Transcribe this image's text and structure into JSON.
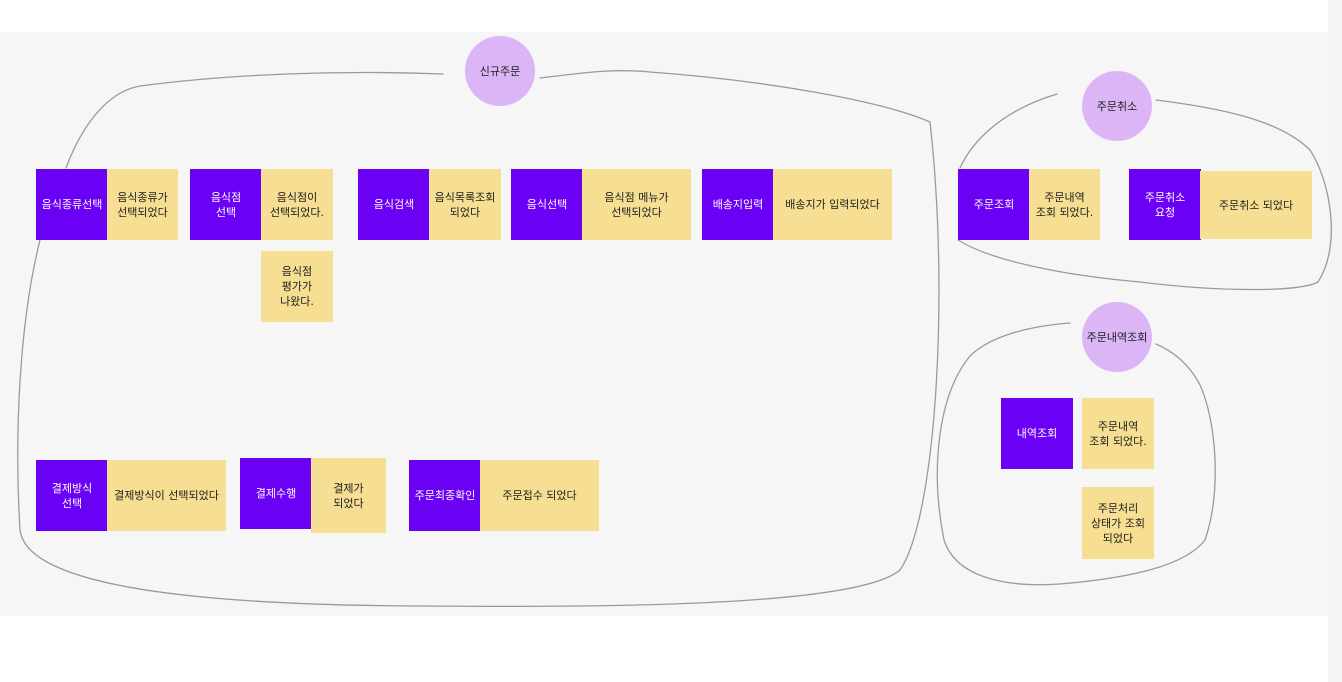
{
  "groups": {
    "new_order": "신규주문",
    "cancel_order": "주문취소",
    "order_history": "주문내역조회"
  },
  "commands": {
    "food_type_select": "음식종류선택",
    "restaurant_select": "음식점\n선택",
    "food_search": "음식검색",
    "food_select": "음식선택",
    "address_input": "배송지입력",
    "payment_method_select": "결제방식\n선택",
    "payment_execute": "결제수행",
    "order_final_confirm": "주문최종확인",
    "order_lookup": "주문조회",
    "cancel_request": "주문취소\n요청",
    "history_lookup": "내역조회"
  },
  "events": {
    "food_type_selected": "음식종류가\n선택되었다",
    "restaurant_selected": "음식점이\n선택되었다.",
    "restaurant_rated": "음식점\n평가가\n나왔다.",
    "food_list_viewed": "음식목록조회\n되었다",
    "menu_selected": "음식점 메뉴가\n선택되었다",
    "address_entered": "배송지가 입력되었다",
    "payment_method_selected": "결제방식이 선택되었다",
    "payment_done": "결제가\n되었다",
    "order_received": "주문접수 되었다",
    "order_history_viewed_1": "주문내역\n조회 되었다.",
    "order_canceled": "주문취소 되었다",
    "order_history_viewed_2": "주문내역\n조회 되었다.",
    "order_status_viewed": "주문처리\n상태가 조회\n되었다"
  },
  "colors": {
    "command": "#6a00f4",
    "event": "#f6df92",
    "aggregate": "#dcb5f7",
    "board": "#f6f6f6"
  }
}
